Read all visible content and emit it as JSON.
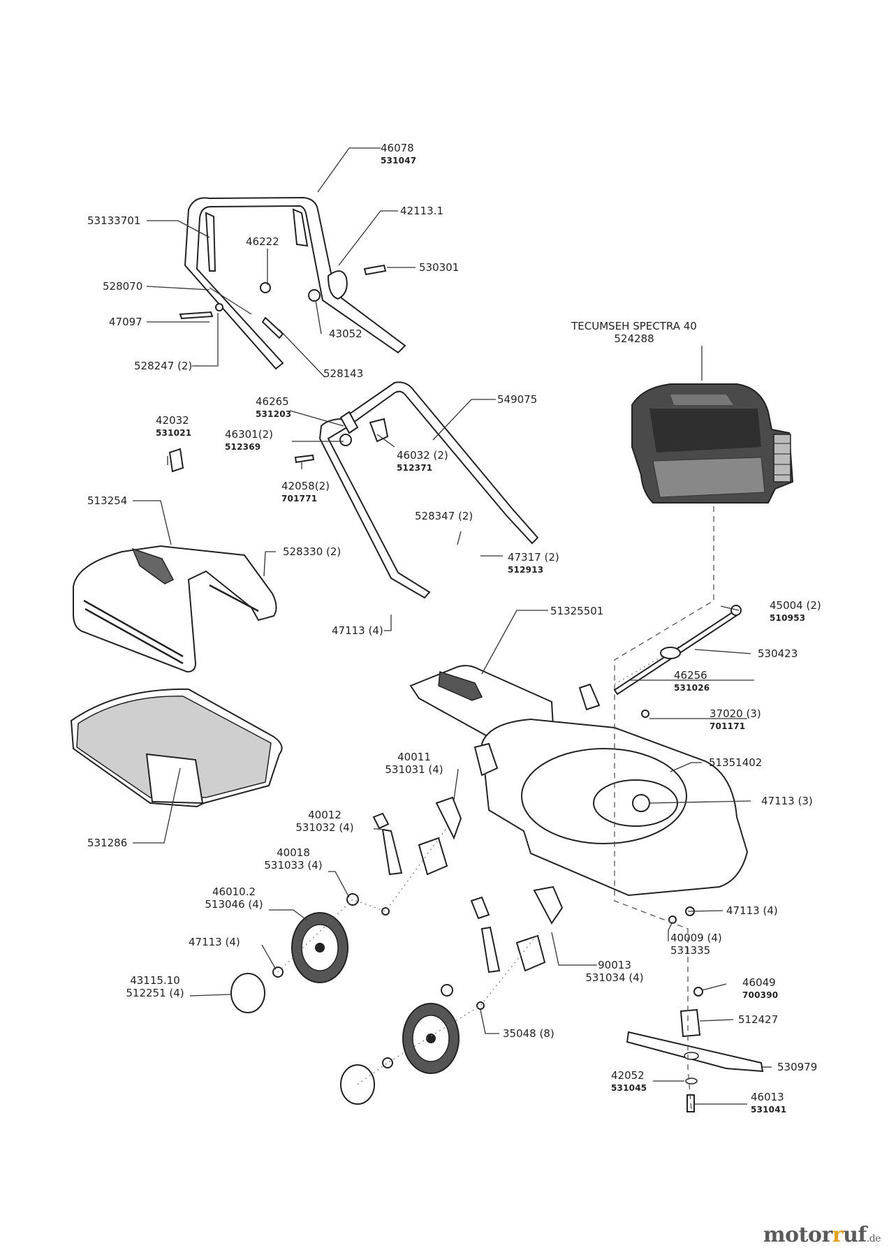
{
  "parts": {
    "handle_upper": {
      "number": "46078",
      "alt": "531047"
    },
    "handle_bar": {
      "number": "53133701"
    },
    "cable_clip": {
      "number": "42113.1"
    },
    "nut_46222": {
      "number": "46222"
    },
    "screw_530301": {
      "number": "530301"
    },
    "bracket_528070": {
      "number": "528070"
    },
    "bolt_47097": {
      "number": "47097"
    },
    "nut_43052": {
      "number": "43052"
    },
    "washer_528247": {
      "number": "528247 (2)"
    },
    "cable_528143": {
      "number": "528143"
    },
    "engine": {
      "name": "TECUMSEH SPECTRA 40",
      "number": "524288"
    },
    "clip_46265": {
      "number": "46265",
      "alt": "531203"
    },
    "handle_lower": {
      "number": "549075"
    },
    "knob_42032": {
      "number": "42032",
      "alt": "531021"
    },
    "washer_46301": {
      "number": "46301(2)",
      "alt": "512369"
    },
    "knob_46032": {
      "number": "46032 (2)",
      "alt": "512371"
    },
    "bolt_42058": {
      "number": "42058(2)",
      "alt": "701771"
    },
    "screw_528347": {
      "number": "528347 (2)"
    },
    "cover_513254": {
      "number": "513254"
    },
    "screw_528330": {
      "number": "528330 (2)"
    },
    "bolt_47317": {
      "number": "47317 (2)",
      "alt": "512913"
    },
    "nut_47113_4a": {
      "number": "47113 (4)"
    },
    "flap_51325501": {
      "number": "51325501"
    },
    "nut_45004": {
      "number": "45004 (2)",
      "alt": "510953"
    },
    "rod_530423": {
      "number": "530423"
    },
    "spring_46256": {
      "number": "46256",
      "alt": "531026"
    },
    "bolt_37020": {
      "number": "37020 (3)",
      "alt": "701171"
    },
    "axle_40011": {
      "number": "40011",
      "alt": "531031 (4)"
    },
    "deck_51351402": {
      "number": "51351402"
    },
    "nut_47113_3": {
      "number": "47113 (3)"
    },
    "bracket_40012": {
      "number": "40012",
      "alt": "531032 (4)"
    },
    "bolt_40018": {
      "number": "40018",
      "alt": "531033 (4)"
    },
    "basket_531286": {
      "number": "531286"
    },
    "wheel_46010": {
      "number": "46010.2",
      "alt": "513046 (4)"
    },
    "nut_47113_4b": {
      "number": "47113 (4)"
    },
    "nut_47113_4c": {
      "number": "47113 (4)"
    },
    "washer_40009": {
      "number": "40009 (4)",
      "alt": "531335"
    },
    "cap_43115": {
      "number": "43115.10",
      "alt": "512251 (4)"
    },
    "axle_90013": {
      "number": "90013",
      "alt": "531034 (4)"
    },
    "nut_46049": {
      "number": "46049",
      "alt": "700390"
    },
    "adapter_512427": {
      "number": "512427"
    },
    "washer_35048": {
      "number": "35048 (8)"
    },
    "blade_530979": {
      "number": "530979"
    },
    "washer_42052": {
      "number": "42052",
      "alt": "531045"
    },
    "bolt_46013": {
      "number": "46013",
      "alt": "531041"
    }
  },
  "watermark": {
    "brand_a": "motor",
    "brand_b": "uf",
    "brand_mid": "r",
    "tld": ".de"
  }
}
